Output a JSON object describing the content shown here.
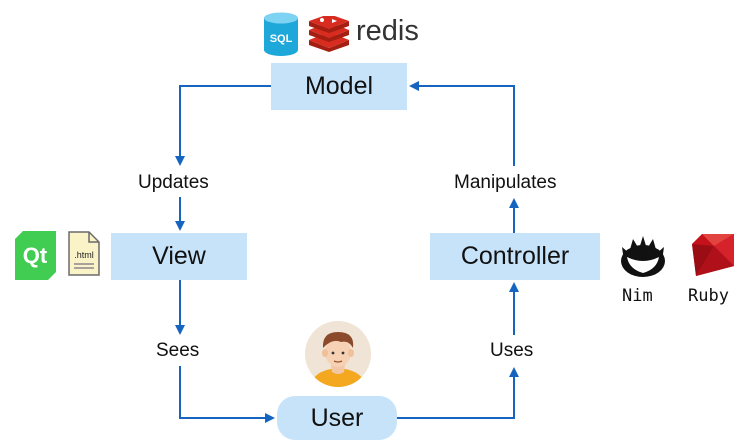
{
  "nodes": {
    "model": "Model",
    "view": "View",
    "controller": "Controller",
    "user": "User"
  },
  "edges": {
    "updates": "Updates",
    "sees": "Sees",
    "uses": "Uses",
    "manipulates": "Manipulates"
  },
  "tech": {
    "sql": "SQL",
    "redis": "redis",
    "qt": "Qt",
    "html": ".html",
    "nim": "Nim",
    "ruby": "Ruby"
  },
  "icons": [
    "sql-database-icon",
    "redis-logo-icon",
    "qt-logo-icon",
    "html-file-icon",
    "nim-crown-icon",
    "ruby-gem-icon",
    "user-avatar-icon"
  ],
  "colors": {
    "box_fill": "#c7e3fa",
    "arrow": "#1565c0",
    "sql": "#1ea7d9",
    "redis": "#d82c20",
    "qt": "#41cd52",
    "ruby": "#c4111a"
  }
}
